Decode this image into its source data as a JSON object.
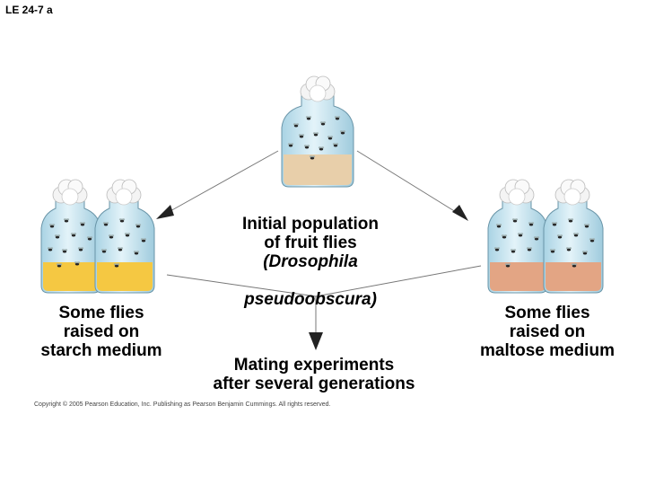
{
  "slide_id": "LE 24-7 a",
  "labels": {
    "initial_population": "Initial population\nof fruit flies",
    "species_line1": "(Drosophila",
    "species_line2": "pseudoobscura)",
    "starch": "Some flies\nraised on\nstarch medium",
    "maltose": "Some flies\nraised on\nmaltose medium",
    "mating": "Mating experiments\nafter several generations"
  },
  "copyright": "Copyright © 2005 Pearson Education, Inc. Publishing as Pearson Benjamin Cummings. All rights reserved.",
  "colors": {
    "initial_medium": "#e8cfaa",
    "starch_medium": "#f5c842",
    "maltose_medium": "#e3a584",
    "glass": "#cfe7f1",
    "cotton": "#f0f0f0",
    "arrow": "#777777"
  }
}
